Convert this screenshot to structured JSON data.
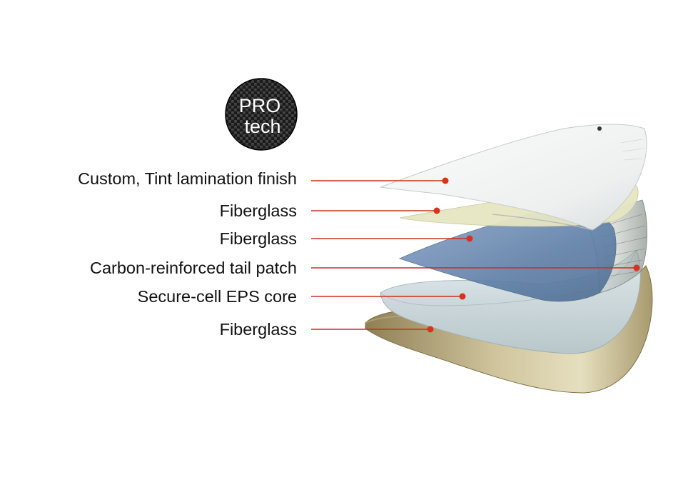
{
  "logo": {
    "line1": "PRO",
    "line2": "tech"
  },
  "callouts": [
    {
      "label": "Custom, Tint lamination finish"
    },
    {
      "label": "Fiberglass"
    },
    {
      "label": "Fiberglass"
    },
    {
      "label": "Carbon-reinforced tail patch"
    },
    {
      "label": "Secure-cell EPS core"
    },
    {
      "label": "Fiberglass"
    }
  ],
  "colors": {
    "leader_line": "#c9301c",
    "leader_dot": "#d8321c",
    "label_text": "#111111"
  }
}
